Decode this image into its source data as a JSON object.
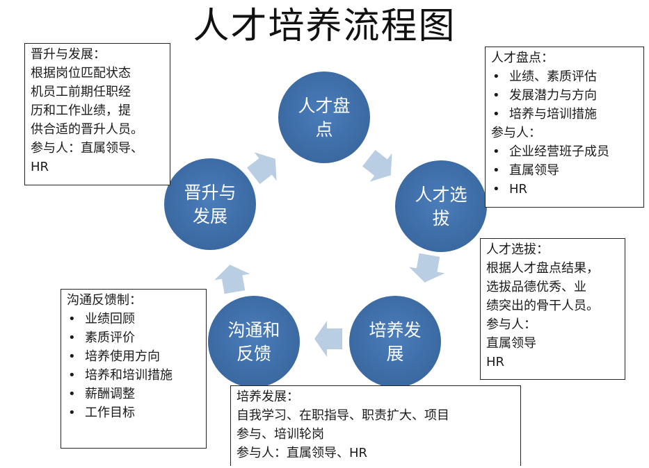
{
  "title": "人才培养流程图",
  "nodes": [
    {
      "id": "pandian",
      "lines": [
        "人才盘",
        "点"
      ]
    },
    {
      "id": "xuanba",
      "lines": [
        "人才选",
        "拔"
      ]
    },
    {
      "id": "peiyang",
      "lines": [
        "培养发",
        "展"
      ]
    },
    {
      "id": "goutong",
      "lines": [
        "沟通和",
        "反馈"
      ]
    },
    {
      "id": "jinsheng",
      "lines": [
        "晋升与",
        "发展"
      ]
    }
  ],
  "boxes": {
    "jinsheng": {
      "heading": "晋升与发展：",
      "lines": [
        "根据岗位匹配状态",
        "机员工前期任职经",
        "历和工作业绩，提",
        "供合适的晋升人员。",
        "参与人：直属领导、",
        "HR"
      ]
    },
    "pandian": {
      "heading": "人才盘点：",
      "bullets1": [
        "业绩、素质评估",
        "发展潜力与方向",
        "培养与培训措施"
      ],
      "sub": "参与人：",
      "bullets2": [
        "企业经营班子成员",
        "直属领导",
        "HR"
      ]
    },
    "xuanba": {
      "heading": "人才选拔：",
      "lines": [
        "根据人才盘点结果，",
        "选拔品德优秀、业",
        "绩突出的骨干人员。",
        "参与人：",
        "直属领导",
        "HR"
      ]
    },
    "goutong": {
      "heading": "沟通反馈制：",
      "bullets": [
        "业绩回顾",
        "素质评价",
        "培养使用方向",
        "培养和培训措施",
        "薪酬调整",
        "工作目标"
      ]
    },
    "peiyang": {
      "heading": "培养发展：",
      "lines": [
        "自我学习、在职指导、职责扩大、项目",
        "参与、培训轮岗",
        "参与人：直属领导、HR"
      ]
    }
  },
  "colors": {
    "node_fill": "#3e6fa8",
    "arrow_fill": "#b9cde3"
  }
}
